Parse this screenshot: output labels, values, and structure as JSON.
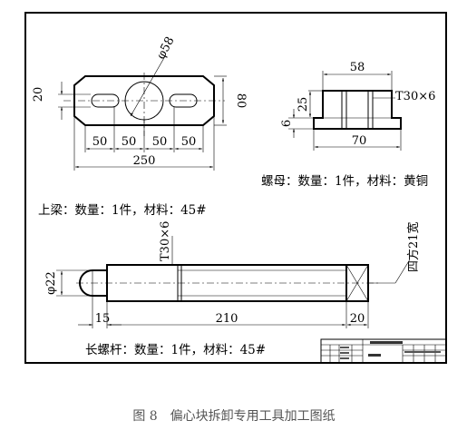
{
  "top_beam": {
    "dim_hole_dia": "φ58",
    "dim_height_20": "20",
    "dim_height_80": "80",
    "dim_spacings": [
      "50",
      "50",
      "50",
      "50"
    ],
    "dim_length": "250",
    "caption": "上梁：数量：1件，材料：45#"
  },
  "nut": {
    "dim_58": "58",
    "dim_25": "25",
    "dim_6": "6",
    "dim_70": "70",
    "thread": "T30×6",
    "caption": "螺母：数量：1件，材料：黄铜"
  },
  "long_bolt": {
    "dim_dia": "φ22",
    "thread": "T30×6",
    "square_note": "四方21宽",
    "dim_15": "15",
    "dim_210": "210",
    "dim_20": "20",
    "caption": "长螺杆：数量：1件，材料：45#"
  },
  "figure_caption": "图 8　偏心块拆卸专用工具加工图纸"
}
